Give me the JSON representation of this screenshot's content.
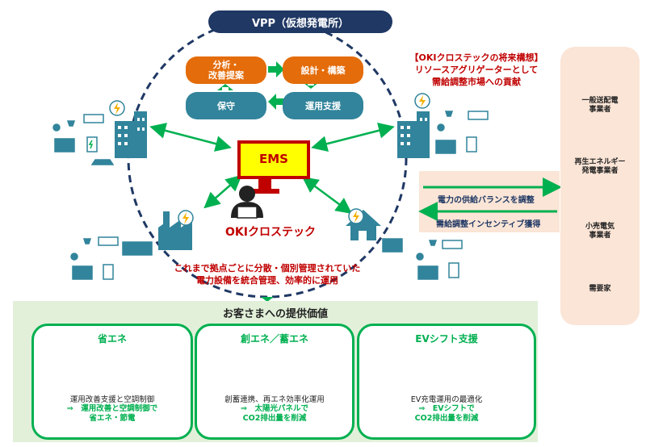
{
  "vpp_title": "VPP（仮想発電所）",
  "cycle": {
    "analysis": "分析・\n改善提案",
    "design": "設計・構築",
    "maintenance": "保守",
    "operation_support": "運用支援"
  },
  "ems": "EMS",
  "operator": "OKIクロステック",
  "future_vision": [
    "【OKIクロステックの将来構想】",
    "リソースアグリゲーターとして",
    "需給調整市場への貢献"
  ],
  "integration_note": [
    "これまで拠点ごとに分散・個別管理されていた",
    "電力設備を統合管理、効率的に運用"
  ],
  "flows": {
    "balance": "電力の供給バランスを調整",
    "incentive": "需給調整インセンティブ獲得"
  },
  "stakeholders": [
    {
      "label": "一般送配電\n事業者",
      "icon": "transmission-tower-icon"
    },
    {
      "label": "再生エネルギー\n発電事業者",
      "icon": "wind-turbine-icon"
    },
    {
      "label": "小売電気\n事業者",
      "icon": "retail-electricity-icon"
    },
    {
      "label": "需要家",
      "icon": "office-building-icon"
    }
  ],
  "value_section": {
    "title": "お客さまへの提供価値",
    "cards": [
      {
        "title": "省エネ",
        "line1": "運用改善支援と空調制御",
        "green1": "⇒　運用改善と空調制御で",
        "green2": "省エネ・節電"
      },
      {
        "title": "創エネ／蓄エネ",
        "line1": "創蓄連携、再エネ効率化運用",
        "green1": "⇒　太陽光パネルで",
        "green2": "CO2排出量を削減"
      },
      {
        "title": "EVシフト支援",
        "line1": "EV充電運用の最適化",
        "green1": "⇒　EVシフトで",
        "green2": "CO2排出量を削減"
      }
    ]
  },
  "colors": {
    "navy": "#1f3864",
    "orange": "#e46c0a",
    "teal": "#31849b",
    "green": "#00b050",
    "red": "#c00000",
    "ems_fill": "#ffff00"
  }
}
